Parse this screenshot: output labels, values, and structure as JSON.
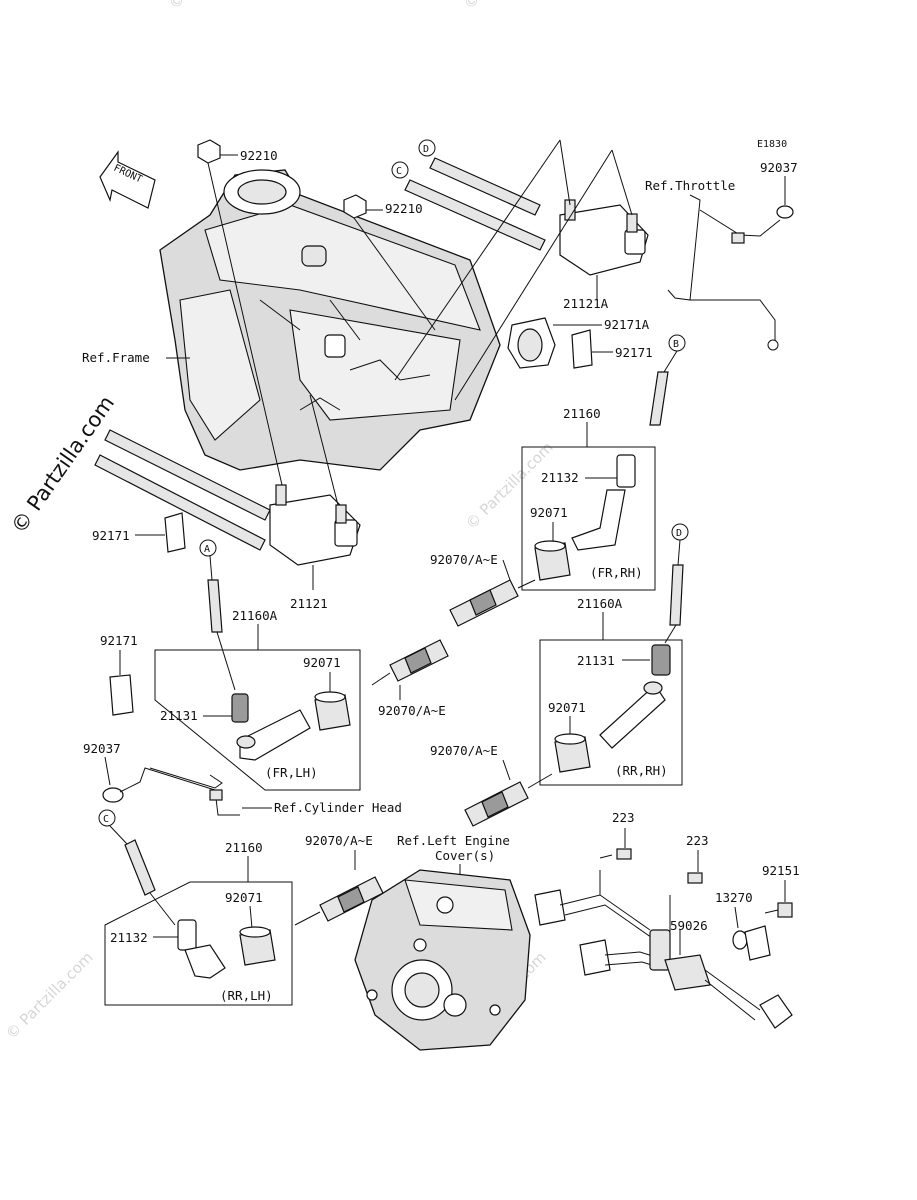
{
  "diagram_id": "E1830",
  "watermark": "© Partzilla.com",
  "front_label": "FRONT",
  "refs": {
    "frame": "Ref.Frame",
    "throttle": "Ref.Throttle",
    "cylinder_head": "Ref.Cylinder Head",
    "left_engine_cover_line1": "Ref.Left Engine",
    "left_engine_cover_line2": "Cover(s)"
  },
  "connector_letters": [
    "A",
    "B",
    "C",
    "D"
  ],
  "positions": {
    "fr_rh": "(FR,RH)",
    "fr_lh": "(FR,LH)",
    "rr_rh": "(RR,RH)",
    "rr_lh": "(RR,LH)"
  },
  "parts": {
    "p92210_a": "92210",
    "p92210_b": "92210",
    "p92037_top": "92037",
    "p21121A": "21121A",
    "p92171A": "92171A",
    "p92171_right": "92171",
    "p21160_fr_rh": "21160",
    "p21132_fr_rh": "21132",
    "p92071_fr_rh": "92071",
    "p92070_1": "92070/A~E",
    "p92171_left": "92171",
    "p21121": "21121",
    "p21160A_fr_lh": "21160A",
    "p92171_left2": "92171",
    "p92071_fr_lh": "92071",
    "p21131_fr_lh": "21131",
    "p92070_2": "92070/A~E",
    "p21160A_rr_rh": "21160A",
    "p21131_rr_rh": "21131",
    "p92071_rr_rh": "92071",
    "p92070_3": "92070/A~E",
    "p92037_left": "92037",
    "p21160_rr_lh": "21160",
    "p92070_4": "92070/A~E",
    "p92071_rr_lh": "92071",
    "p21132_rr_lh": "21132",
    "p223_a": "223",
    "p223_b": "223",
    "p92151": "92151",
    "p13270": "13270",
    "p59026": "59026"
  }
}
